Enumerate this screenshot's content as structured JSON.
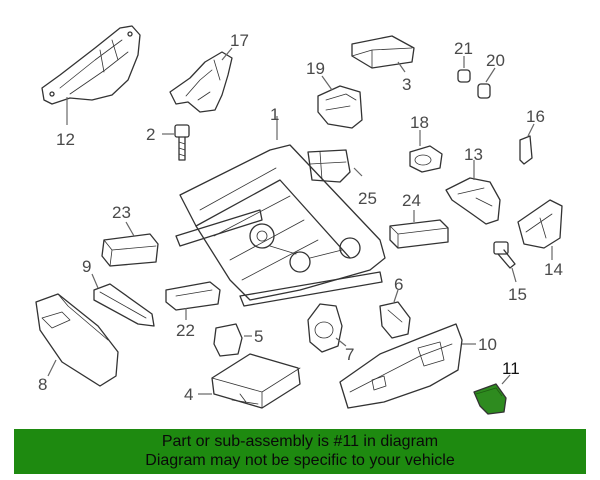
{
  "diagram": {
    "callouts": [
      "1",
      "2",
      "3",
      "4",
      "5",
      "6",
      "7",
      "8",
      "9",
      "10",
      "11",
      "12",
      "13",
      "14",
      "15",
      "16",
      "17",
      "18",
      "19",
      "20",
      "21",
      "22",
      "23",
      "24",
      "25"
    ],
    "highlighted_part": "11",
    "highlight_color": "#2e8b1f"
  },
  "banner": {
    "line1": "Part or sub-assembly is #11 in diagram",
    "line2": "Diagram may not be specific to your vehicle",
    "background": "#1e8a10"
  }
}
